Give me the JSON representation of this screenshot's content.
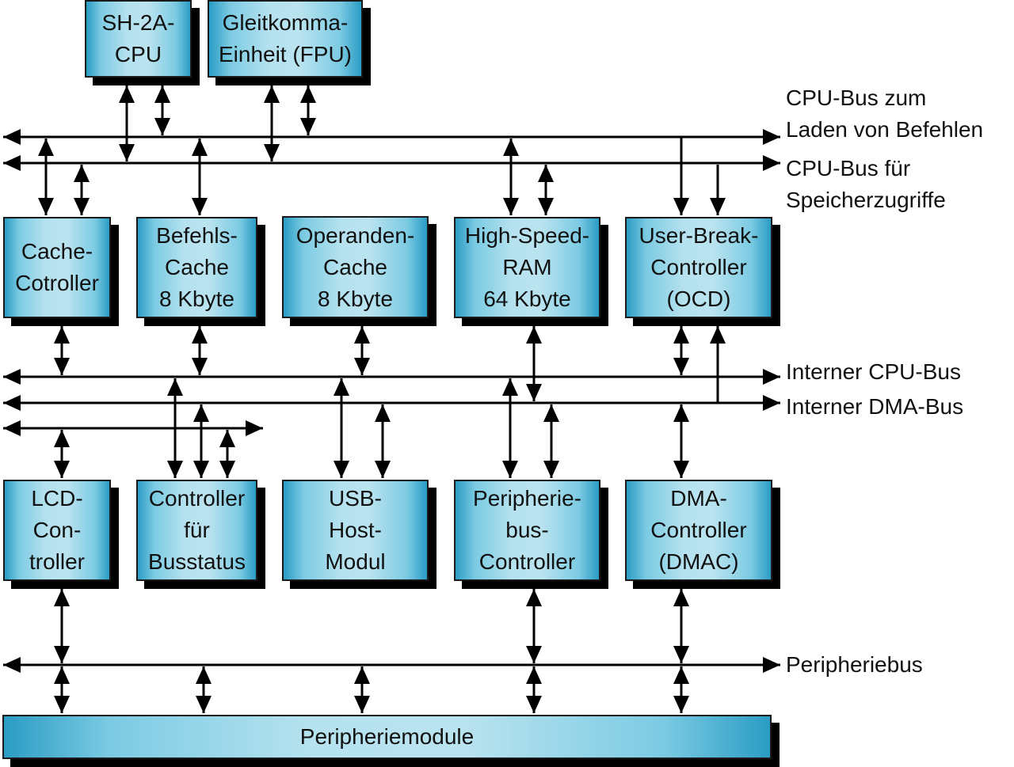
{
  "diagram": {
    "title": "SH-2A block diagram",
    "colors": {
      "box_fill": "#b6e2ef",
      "box_edge": "#2a9cc4",
      "shadow": "#000000",
      "line": "#000000"
    },
    "blocks": {
      "cpu": "SH-2A-\nCPU",
      "fpu": "Gleitkomma-\nEinheit (FPU)",
      "cache_controller": "Cache-\nCotroller",
      "instruction_cache": "Befehls-\nCache\n8 Kbyte",
      "operand_cache": "Operanden-\nCache\n8 Kbyte",
      "high_speed_ram": "High-Speed-\nRAM\n64 Kbyte",
      "user_break_controller": "User-Break-\nController\n(OCD)",
      "lcd_controller": "LCD-\nCon-\ntroller",
      "bus_state_controller": "Controller\nfür\nBusstatus",
      "usb_host": "USB-\nHost-\nModul",
      "peripheral_bus_controller": "Peripherie-\nbus-\nController",
      "dma_controller": "DMA-\nController\n(DMAC)",
      "peripheral_modules": "Peripheriemodule"
    },
    "bus_labels": {
      "instruction_fetch_bus": "CPU-Bus zum\nLaden von Befehlen",
      "memory_access_bus": "CPU-Bus für\nSpeicherzugriffe",
      "internal_cpu_bus": "Interner CPU-Bus",
      "internal_dma_bus": "Interner DMA-Bus",
      "peripheral_bus": "Peripheriebus"
    }
  }
}
